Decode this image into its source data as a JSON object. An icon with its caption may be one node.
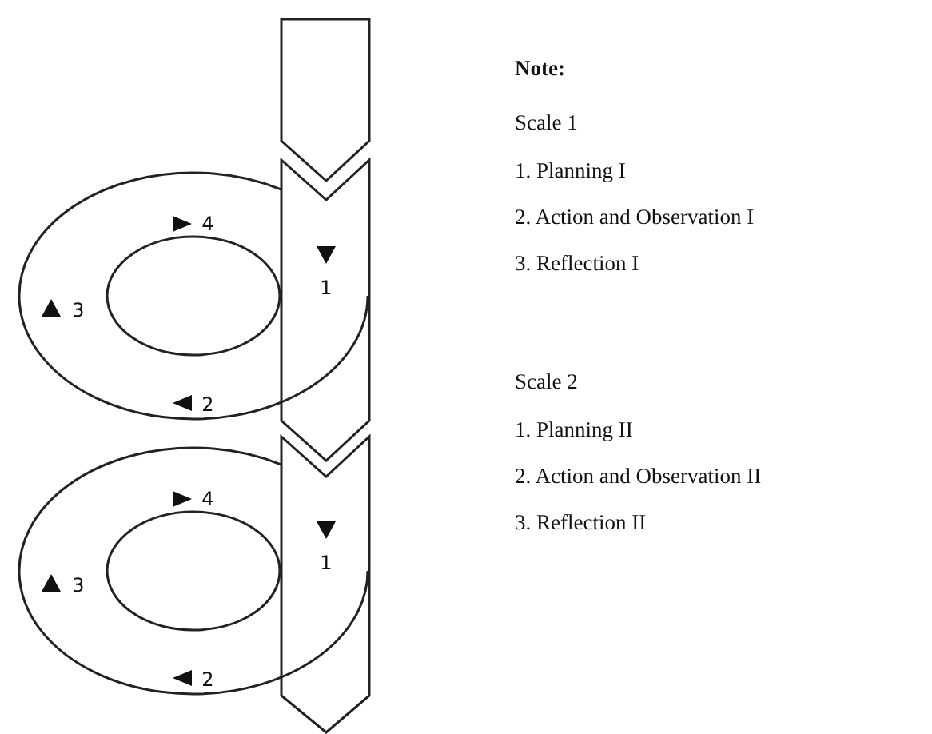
{
  "diagram": {
    "labels": [
      "4",
      "1",
      "3",
      "2",
      "4",
      "1",
      "3",
      "2",
      "Note:",
      "Scale 1",
      "1. Planning I",
      "2. Action and Observation I",
      "3. Reflection I",
      "Scale 2",
      "1. Planning II",
      "2. Action and Observation II",
      "3. Reflection II"
    ]
  }
}
